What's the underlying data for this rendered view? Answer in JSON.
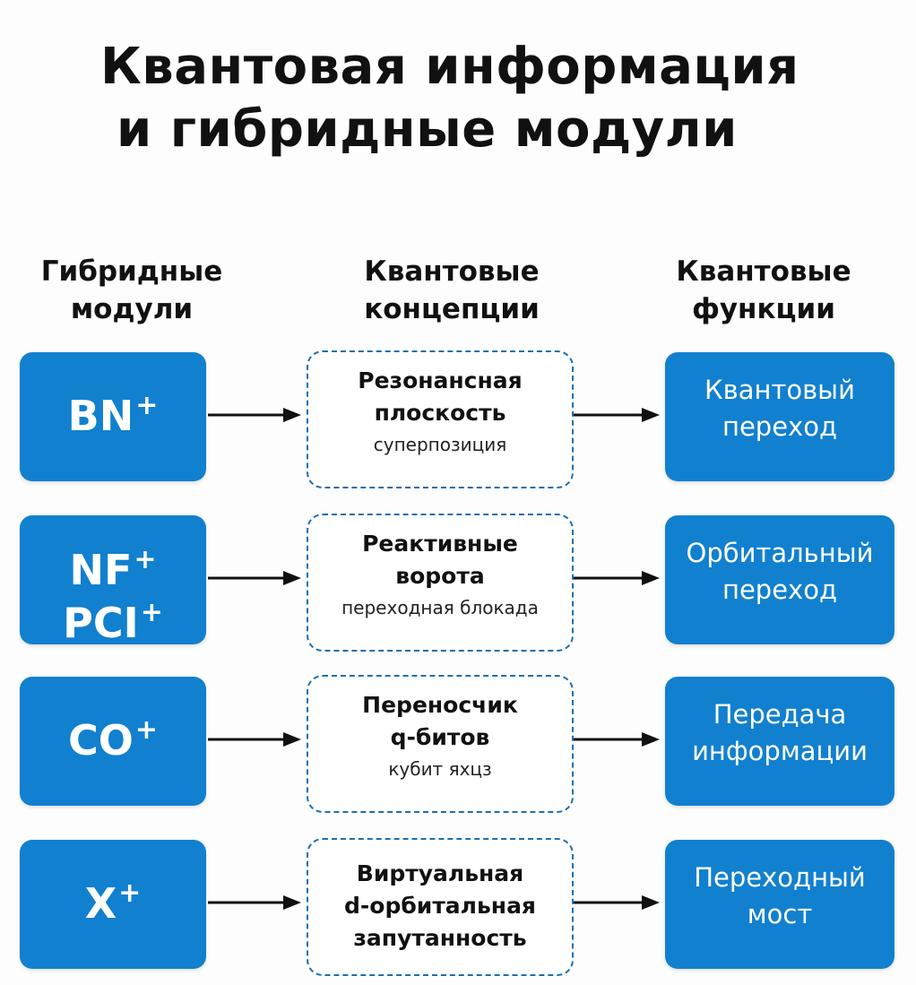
{
  "title": {
    "line1": "Квантовая информация",
    "line2": "и гибридные модули"
  },
  "columns": [
    {
      "line1": "Гибридные",
      "line2": "модули"
    },
    {
      "line1": "Квантовые",
      "line2": "концепции"
    },
    {
      "line1": "Квантовые",
      "line2": "функции"
    }
  ],
  "colors": {
    "module_fill": "#1180cf",
    "concept_border": "#1f6fad",
    "arrow": "#111111",
    "text": "#111111"
  },
  "rows": [
    {
      "module": {
        "lines": [
          {
            "base": "BN",
            "sup": "+"
          }
        ]
      },
      "concept": {
        "title_lines": [
          "Резонансная",
          "плоскость"
        ],
        "subtitle": "суперпозиция"
      },
      "function": {
        "lines": [
          "Квантовый",
          "переход"
        ]
      }
    },
    {
      "module": {
        "lines": [
          {
            "base": "NF",
            "sup": "+"
          },
          {
            "base": "PCI",
            "sup": "+"
          }
        ]
      },
      "concept": {
        "title_lines": [
          "Реактивные",
          "ворота"
        ],
        "subtitle": "переходная блокада"
      },
      "function": {
        "lines": [
          "Орбитальный",
          "переход"
        ]
      }
    },
    {
      "module": {
        "lines": [
          {
            "base": "CO",
            "sup": "+"
          }
        ]
      },
      "concept": {
        "title_lines": [
          "Переносчик",
          "q-битов"
        ],
        "subtitle": "кубит яхцз"
      },
      "function": {
        "lines": [
          "Передача",
          "информации"
        ]
      }
    },
    {
      "module": {
        "lines": [
          {
            "base": "X",
            "sup": "+"
          }
        ]
      },
      "concept": {
        "title_lines": [
          "Виртуальная",
          "d-орбитальная",
          "запутанность"
        ],
        "subtitle": ""
      },
      "function": {
        "lines": [
          "Переходный",
          "мост"
        ]
      }
    }
  ]
}
